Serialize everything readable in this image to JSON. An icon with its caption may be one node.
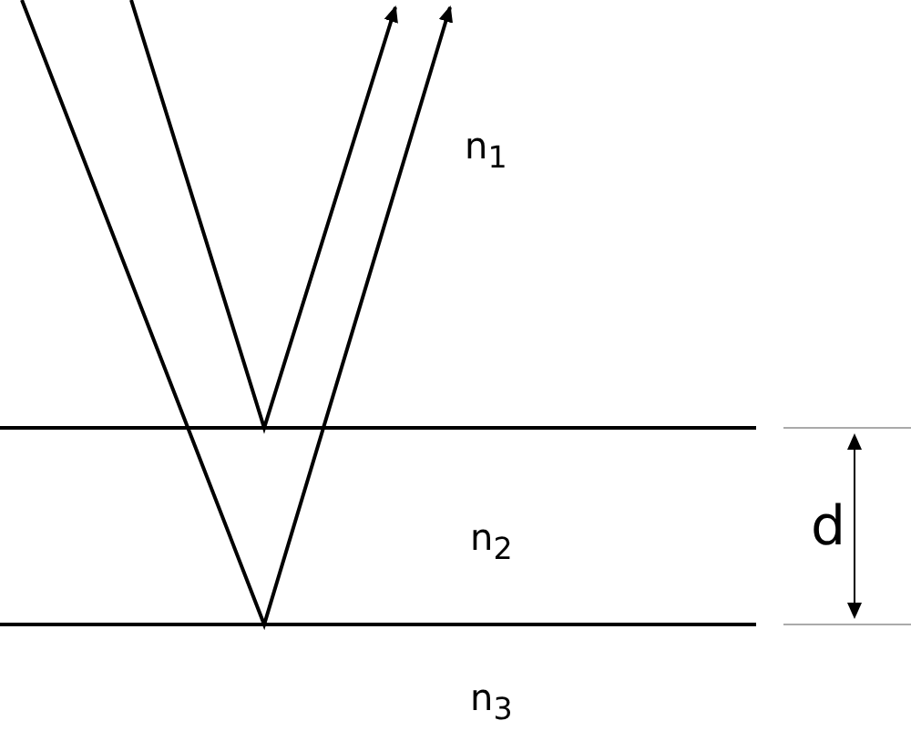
{
  "diagram": {
    "labels": [
      "n$_{1}$",
      "n$_{2}$",
      "n$_{3}$",
      "d"
    ]
  }
}
